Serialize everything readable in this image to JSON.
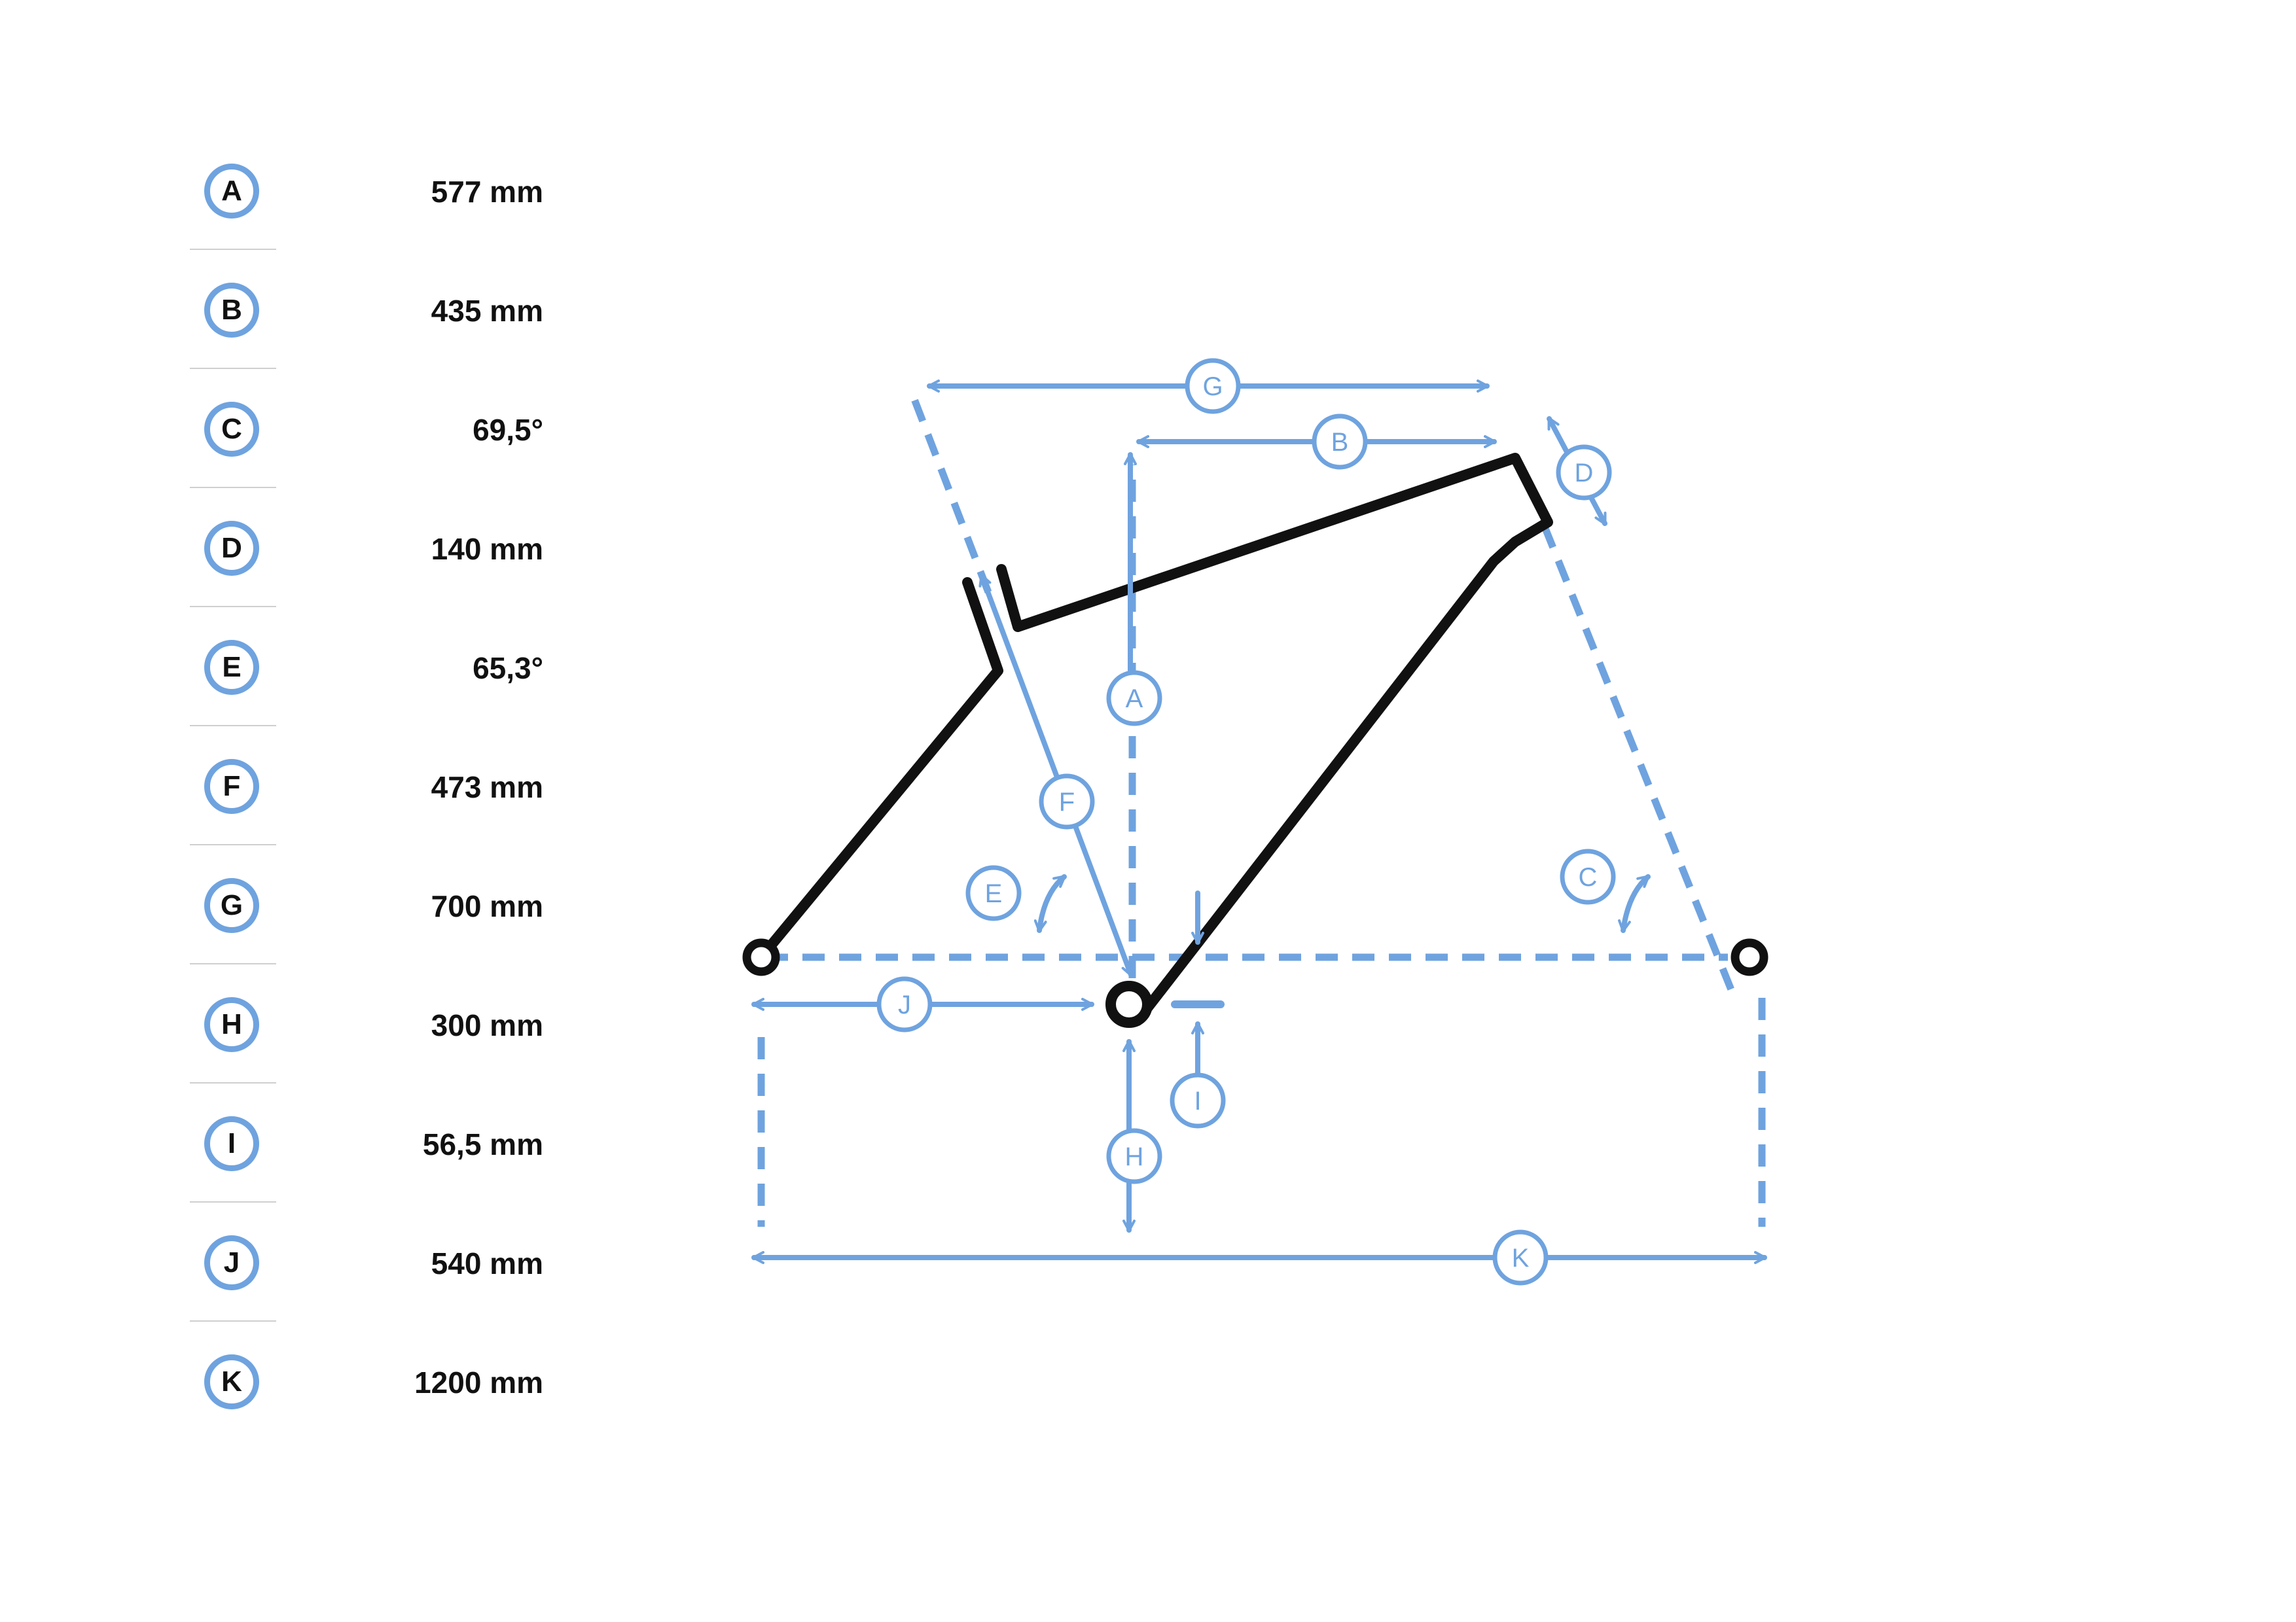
{
  "colors": {
    "accent": "#6fa3df",
    "frame": "#111111",
    "text": "#111111",
    "separator": "#cfcfcf"
  },
  "legend": {
    "items": [
      {
        "letter": "A",
        "value": "577 mm"
      },
      {
        "letter": "B",
        "value": "435 mm"
      },
      {
        "letter": "C",
        "value": "69,5°"
      },
      {
        "letter": "D",
        "value": "140 mm"
      },
      {
        "letter": "E",
        "value": "65,3°"
      },
      {
        "letter": "F",
        "value": "473 mm"
      },
      {
        "letter": "G",
        "value": "700 mm"
      },
      {
        "letter": "H",
        "value": "300 mm"
      },
      {
        "letter": "I",
        "value": "56,5 mm"
      },
      {
        "letter": "J",
        "value": "540 mm"
      },
      {
        "letter": "K",
        "value": "1200 mm"
      }
    ]
  },
  "diagram": {
    "labels": {
      "a": "A",
      "b": "B",
      "c": "C",
      "d": "D",
      "e": "E",
      "f": "F",
      "g": "G",
      "h": "H",
      "i": "I",
      "j": "J",
      "k": "K"
    }
  }
}
